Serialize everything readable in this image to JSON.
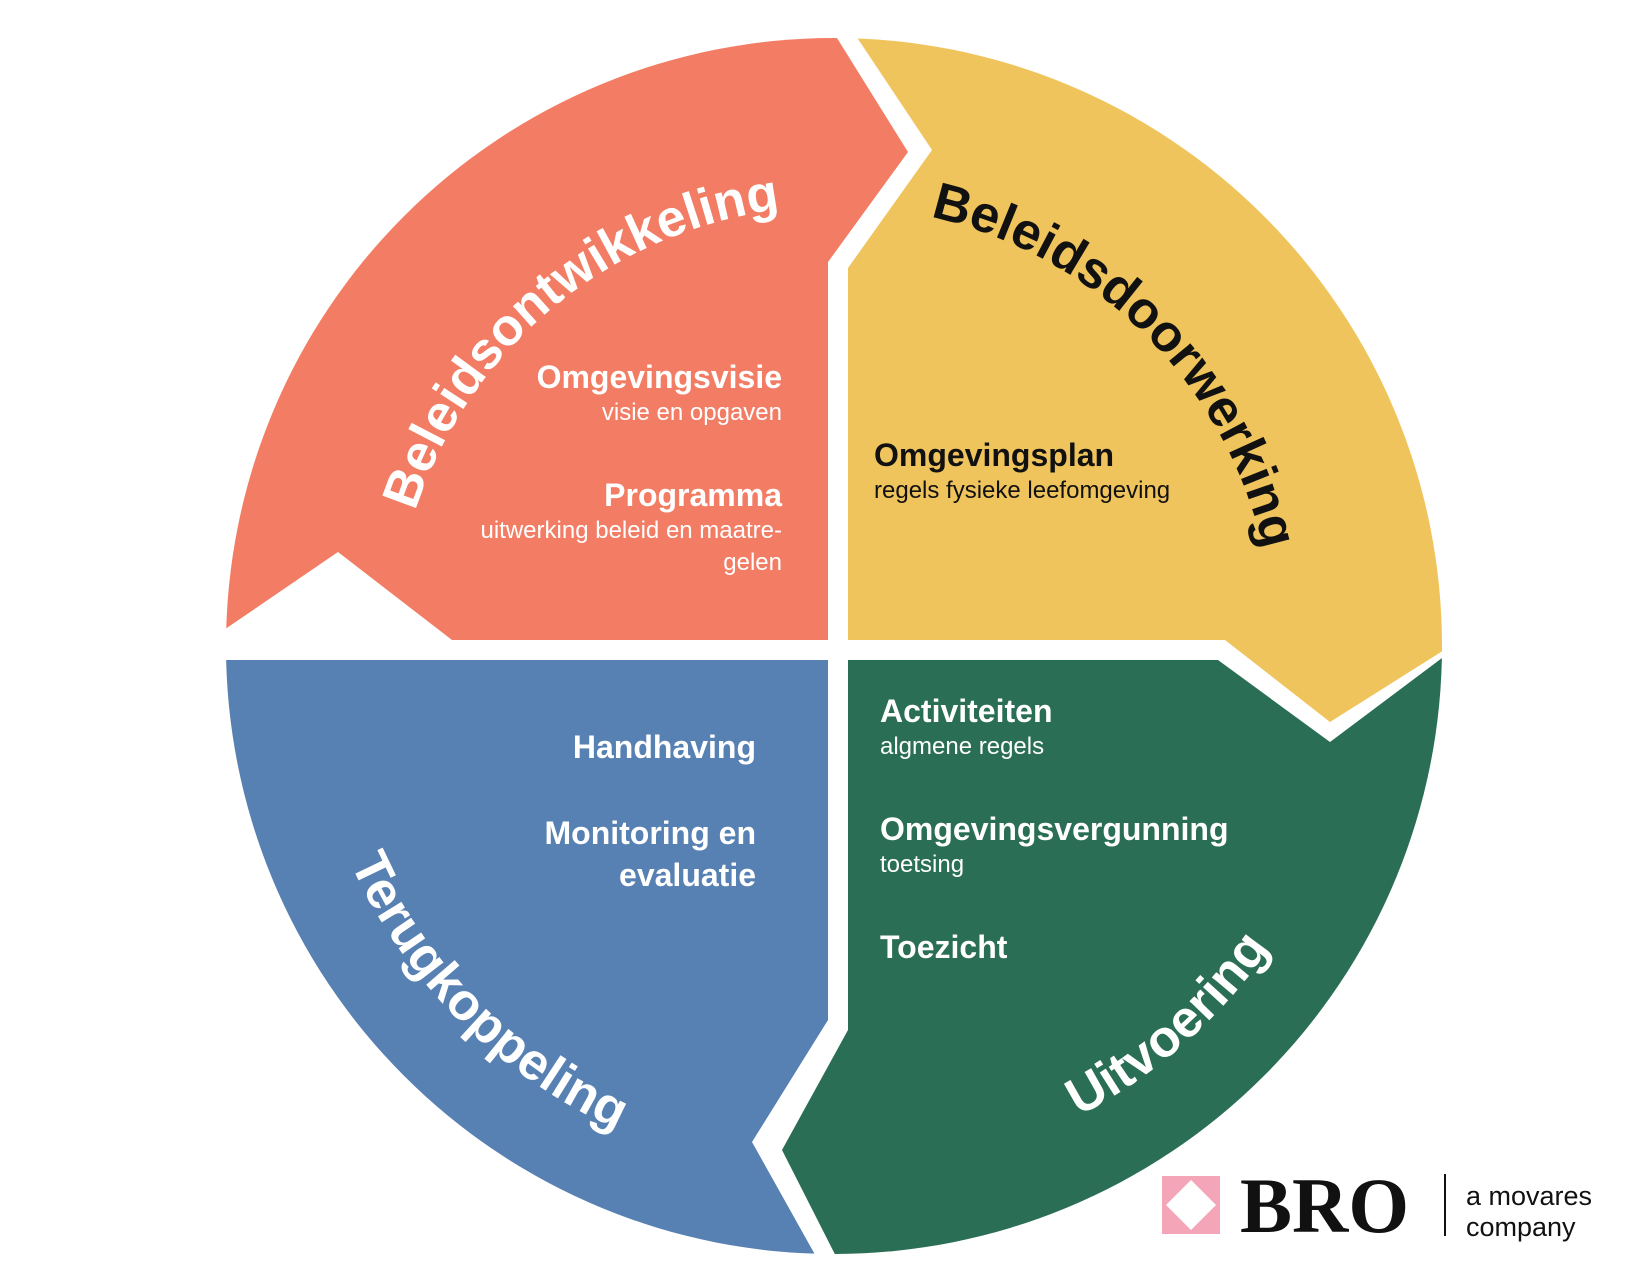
{
  "colors": {
    "beleidsontwikkeling": "#F27D64",
    "beleidsdoorwerking": "#F0C45C",
    "uitvoering": "#2A6E55",
    "terugkoppeling": "#5780B3",
    "logo_pink": "#F4A6B8"
  },
  "segments": {
    "beleidsontwikkeling": {
      "title": "Beleidsontwikkeling",
      "items": [
        {
          "title": "Omgevingsvisie",
          "sub": [
            "visie en opgaven"
          ]
        },
        {
          "title": "Programma",
          "sub": [
            "uitwerking beleid en maatre-",
            "gelen"
          ]
        }
      ]
    },
    "beleidsdoorwerking": {
      "title": "Beleidsdoorwerking",
      "items": [
        {
          "title": "Omgevingsplan",
          "sub": [
            "regels fysieke leefomgeving"
          ]
        }
      ]
    },
    "uitvoering": {
      "title": "Uitvoering",
      "items": [
        {
          "title": "Activiteiten",
          "sub": [
            "algmene regels"
          ]
        },
        {
          "title": "Omgevingsvergunning",
          "sub": [
            "toetsing"
          ]
        },
        {
          "title": "Toezicht",
          "sub": []
        }
      ]
    },
    "terugkoppeling": {
      "title": "Terugkoppeling",
      "items": [
        {
          "title": "Handhaving",
          "sub": []
        },
        {
          "title": "Monitoring en",
          "sub": []
        },
        {
          "title": "evaluatie",
          "sub": []
        }
      ]
    }
  },
  "logo": {
    "name": "BRO",
    "tagline_line1": "a movares",
    "tagline_line2": "company",
    "icon": "diamond-square-icon"
  }
}
